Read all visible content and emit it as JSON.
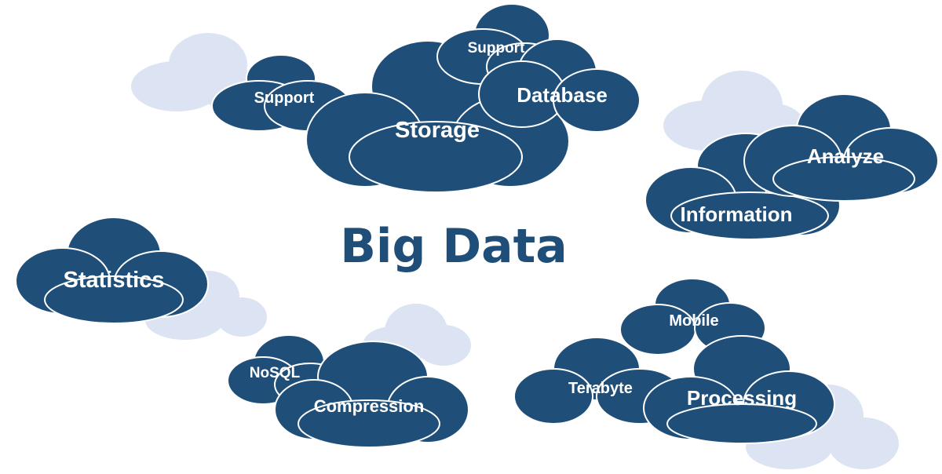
{
  "title": "Big Data",
  "colors": {
    "cloud": "#1f4e79",
    "cloud_stroke": "#ffffff",
    "light_cloud": "#dce3f2",
    "title": "#1f4e79",
    "label": "#ffffff",
    "background": "#ffffff"
  },
  "labels": {
    "support_top": "Support",
    "database": "Database",
    "support_left": "Support",
    "storage": "Storage",
    "analyze": "Analyze",
    "information": "Information",
    "statistics": "Statistics",
    "nosql": "NoSQL",
    "compression": "Compression",
    "mobile": "Mobile",
    "terabyte": "Terabyte",
    "processing": "Processing"
  }
}
